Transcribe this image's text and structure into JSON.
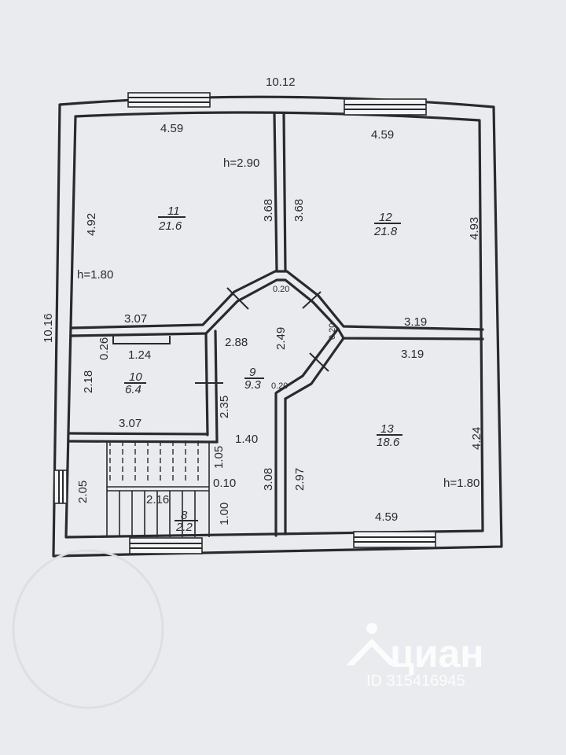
{
  "overall": {
    "width": "10.12",
    "height": "10.16"
  },
  "rooms": [
    {
      "number": "11",
      "area": "21.6"
    },
    {
      "number": "12",
      "area": "21.8"
    },
    {
      "number": "10",
      "area": "6.4"
    },
    {
      "number": "9",
      "area": "9.3"
    },
    {
      "number": "13",
      "area": "18.6"
    },
    {
      "number": "8",
      "area": "2.2"
    }
  ],
  "heights": {
    "main": "h=2.90",
    "room11": "h=1.80",
    "room13": "h=1.80"
  },
  "dims": {
    "r11_top": "4.59",
    "r11_left": "4.92",
    "r11_right": "3.68",
    "r12_top": "4.59",
    "r12_left": "3.68",
    "r12_right": "4.93",
    "r11_bottom": "3.07",
    "r12_bottom": "3.19",
    "r10_top": "1.24",
    "r10_left": "2.18",
    "r10_right": "2.35",
    "r10_bottom": "3.07",
    "r10_notch": "0.26",
    "hall_left": "2.88",
    "hall_height": "2.49",
    "hall_lower": "1.40",
    "wall_a": "0.20",
    "wall_b": "0.20",
    "wall_c": "0.20",
    "r13_top": "3.19",
    "r13_left": "2.97",
    "r13_right": "4.24",
    "r13_bottom": "4.59",
    "corr_right": "3.08",
    "stair_left": "2.05",
    "stair_a": "1.05",
    "stair_b": "0.10",
    "stair_c": "2.16",
    "stair_d": "1.00"
  },
  "watermark": {
    "brand": "циан",
    "id": "ID 315416945"
  },
  "colors": {
    "paper": "#e9ebee",
    "ink": "#2a2a2e",
    "watermark": "#ffffff"
  }
}
